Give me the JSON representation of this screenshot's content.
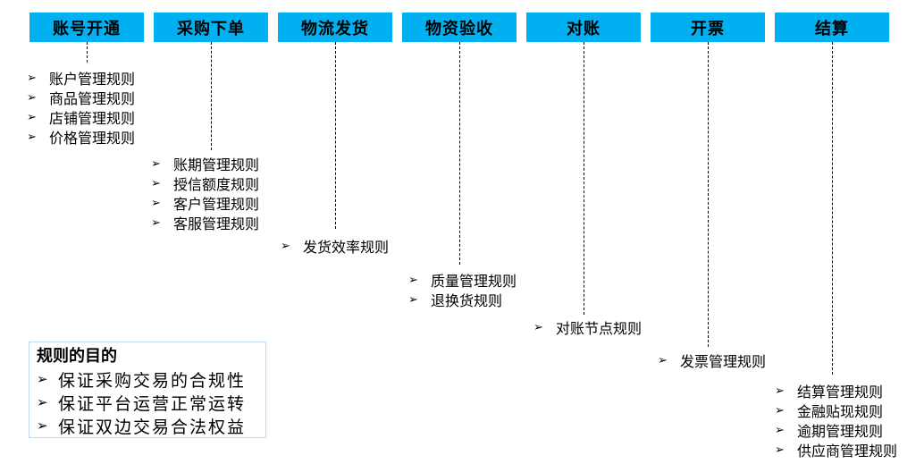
{
  "colors": {
    "stage_fill": "#00B0F0",
    "stage_text": "#000000",
    "connector": "#000000",
    "purpose_border": "#BDD7EE"
  },
  "icons": {
    "arrow_bullet": "➢"
  },
  "stages": [
    {
      "label": "账号开通",
      "rules": [
        "账户管理规则",
        "商品管理规则",
        "店铺管理规则",
        "价格管理规则"
      ]
    },
    {
      "label": "采购下单",
      "rules": [
        "账期管理规则",
        "授信额度规则",
        "客户管理规则",
        "客服管理规则"
      ]
    },
    {
      "label": "物流发货",
      "rules": [
        "发货效率规则"
      ]
    },
    {
      "label": "物资验收",
      "rules": [
        "质量管理规则",
        "退换货规则"
      ]
    },
    {
      "label": "对账",
      "rules": [
        "对账节点规则"
      ]
    },
    {
      "label": "开票",
      "rules": [
        "发票管理规则"
      ]
    },
    {
      "label": "结算",
      "rules": [
        "结算管理规则",
        "金融贴现规则",
        "逾期管理规则",
        "供应商管理规则"
      ]
    }
  ],
  "purpose_box": {
    "title": "规则的目的",
    "items": [
      "保证采购交易的合规性",
      "保证平台运营正常运转",
      "保证双边交易合法权益"
    ]
  }
}
